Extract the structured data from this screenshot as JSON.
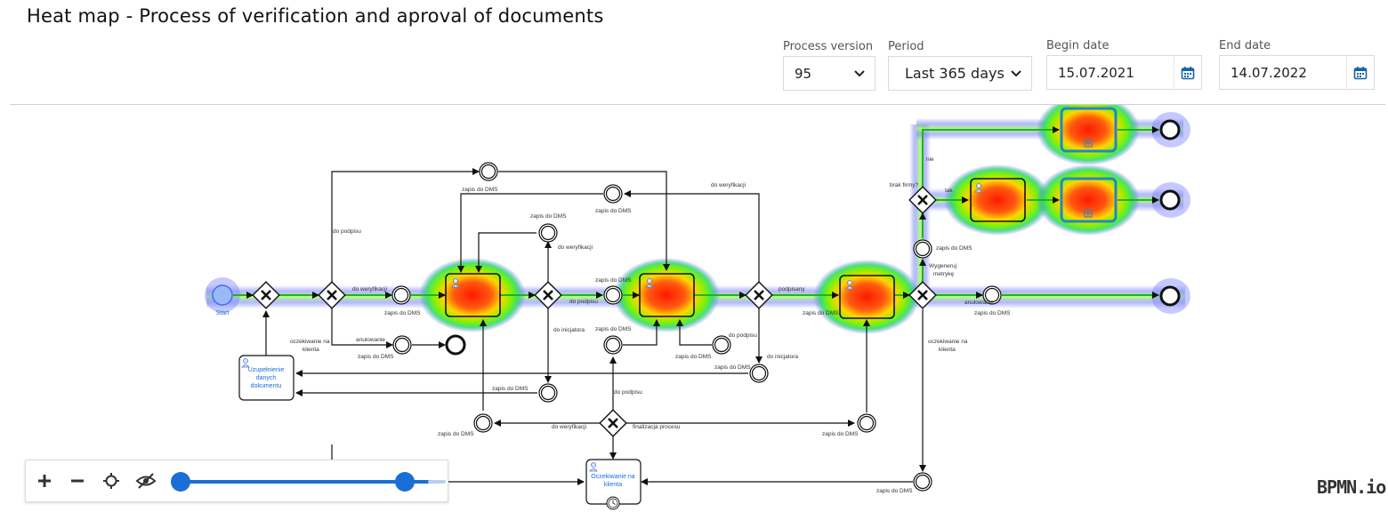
{
  "header": {
    "title": "Heat map - Process of verification and aproval of documents"
  },
  "filters": {
    "process_version": {
      "label": "Process version",
      "value": "95"
    },
    "period": {
      "label": "Period",
      "value": "Last 365 days"
    },
    "begin_date": {
      "label": "Begin date",
      "value": "15.07.2021"
    },
    "end_date": {
      "label": "End date",
      "value": "14.07.2022"
    }
  },
  "diagram": {
    "start_label": "Start",
    "task_fill_data": "Uzupełnienie danych dokumentu",
    "task_wait_client": "Oczekiwanie na klienta",
    "flows": {
      "do_podpisu_1": "do podpisu",
      "do_weryfikacji_1": "do weryfikacji",
      "zapis_dms_1": "zapis do DMS",
      "zapis_dms_2": "zapis do DMS",
      "zapis_dms_3": "zapis do DMS",
      "zapis_dms_4": "zapis do DMS",
      "zapis_dms_5": "zapis do DMS",
      "zapis_dms_6": "zapis do DMS",
      "zapis_dms_7": "zapis do DMS",
      "zapis_dms_8": "zapis do DMS",
      "zapis_dms_9": "zapis do DMS",
      "zapis_dms_10": "zapis do DMS",
      "zapis_dms_11": "zapis do DMS",
      "zapis_dms_12": "zapis do DMS",
      "zapis_dms_13": "zapis do DMS",
      "zapis_dms_14": "zapis do DMS",
      "zapis_dms_15": "zapis do DMS",
      "do_weryfikacji_2": "do weryfikacji",
      "do_weryfikacji_3": "do weryfikacji",
      "do_weryfikacji_4": "do weryfikacji",
      "do_inicjatora_1": "do inicjatora",
      "do_inicjatora_2": "do inicjatora",
      "do_podpisu_2": "do podpisu",
      "do_podpisu_3": "do podpisu",
      "podpisany": "podpisany",
      "oczekiwanie_1": "oczekiwanie na",
      "klienta_1": "klienta",
      "anulowanie_1": "anulowanie",
      "anulowanie_2": "anulowanie",
      "oczekiwanie_2": "oczekiwanie na",
      "klienta_2": "klienta",
      "finalizacja": "finalizacja procesu",
      "brak_firmy": "brak firmy?",
      "nie": "nie",
      "tak": "tak",
      "wygeneruj": "Wygeneruj",
      "metryke": "metrykę"
    }
  },
  "zoom": {
    "zoom_in": "+",
    "zoom_out": "−",
    "slider_value": 0.88
  },
  "logo": "BPMN.io",
  "colors": {
    "accent": "#1a6ed8",
    "flow_green": "#22c322",
    "heat_hot": "#ff2a00",
    "task_outline_blue": "#1e88c8"
  }
}
